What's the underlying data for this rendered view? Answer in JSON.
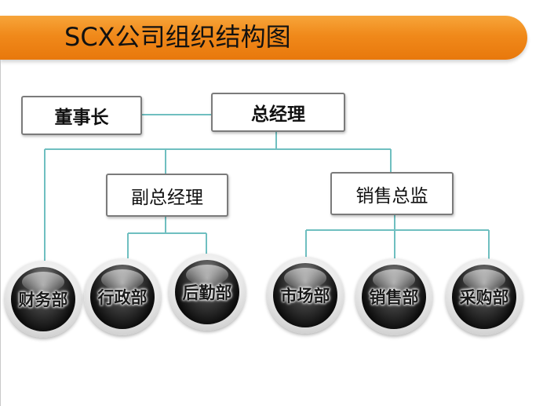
{
  "title": "SCX公司组织结构图",
  "colors": {
    "title_bar": "#f0891a",
    "connector": "#6fbfc0",
    "box_border": "#7b7b7b",
    "circle_fill": "#000000"
  },
  "org": {
    "chairman": "董事长",
    "general_manager": "总经理",
    "deputy_gm": "副总经理",
    "sales_director": "销售总监",
    "departments": [
      "财务部",
      "行政部",
      "后勤部",
      "市场部",
      "销售部",
      "采购部"
    ]
  }
}
